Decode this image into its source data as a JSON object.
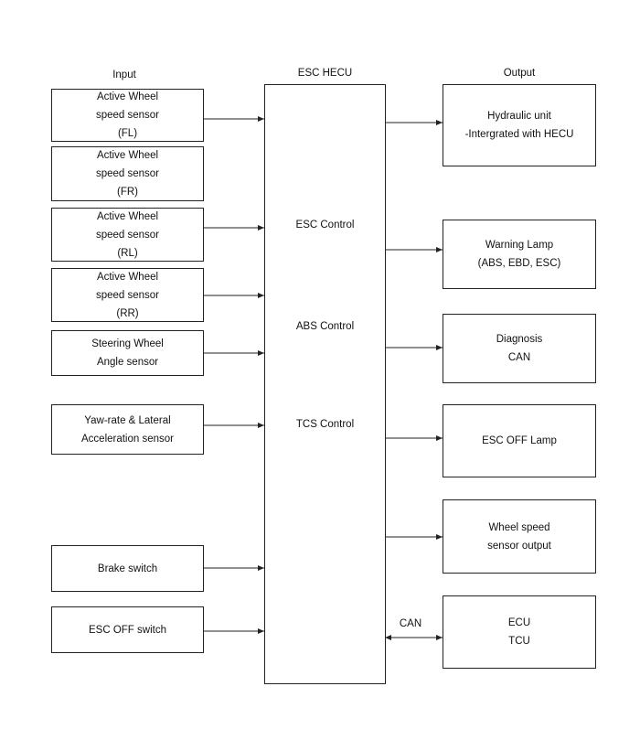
{
  "headers": {
    "input": "Input",
    "center": "ESC HECU",
    "output": "Output"
  },
  "inputs": [
    [
      "Active Wheel",
      "speed sensor",
      "(FL)"
    ],
    [
      "Active Wheel",
      "speed sensor",
      "(FR)"
    ],
    [
      "Active Wheel",
      "speed sensor",
      "(RL)"
    ],
    [
      "Active Wheel",
      "speed sensor",
      "(RR)"
    ],
    [
      "Steering Wheel",
      "Angle sensor"
    ],
    [
      "Yaw-rate & Lateral",
      "Acceleration sensor"
    ],
    [
      "Brake switch"
    ],
    [
      "ESC OFF switch"
    ]
  ],
  "controls": [
    "ESC Control",
    "ABS Control",
    "TCS Control"
  ],
  "outputs": [
    [
      "Hydraulic unit",
      "-Intergrated with HECU"
    ],
    [
      "Warning Lamp",
      "(ABS, EBD, ESC)"
    ],
    [
      "Diagnosis",
      "CAN"
    ],
    [
      "ESC OFF Lamp"
    ],
    [
      "Wheel speed",
      "sensor output"
    ],
    [
      "ECU",
      "TCU"
    ]
  ],
  "can_label": "CAN"
}
